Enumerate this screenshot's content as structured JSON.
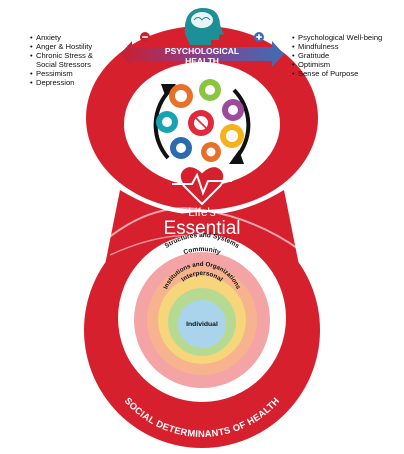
{
  "banner": {
    "title_line1": "PSYCHOLOGICAL",
    "title_line2": "HEALTH",
    "minus_sign": "−",
    "plus_sign": "+"
  },
  "negative_factors": [
    "Anxiety",
    "Anger & Hostility",
    "Chronic Stress &",
    "Social Stressors",
    "Pessimism",
    "Depression"
  ],
  "positive_factors": [
    "Psychological Well-being",
    "Mindfulness",
    "Gratitude",
    "Optimism",
    "Sense of Purpose"
  ],
  "center": {
    "line1": "Life's",
    "line2": "Essential"
  },
  "rings": {
    "r1": "Structures and Systems",
    "r2": "Community",
    "r3": "Institutions and Organizations",
    "r4": "Interpersonal",
    "r5": "Individual"
  },
  "bottom_title": "SOCIAL DETERMINANTS OF HEALTH",
  "colors": {
    "brand_red": "#d6202e",
    "dark_red": "#b3121e",
    "banner_start": "#c8202f",
    "banner_end": "#3f6db3",
    "head_teal": "#1d8f97",
    "ring1": "#f4a4a4",
    "ring2": "#f6b38e",
    "ring3": "#f7d57b",
    "ring4": "#b7da93",
    "ring5": "#a9d4ec"
  },
  "icons": [
    "brain-head-icon",
    "minus-icon",
    "plus-icon",
    "cycle-arrows-icon",
    "diet-gear-icon",
    "activity-gear-icon",
    "nicotine-gear-icon",
    "sleep-gear-icon",
    "weight-gear-icon",
    "cholesterol-gear-icon",
    "blood-sugar-gear-icon",
    "blood-pressure-gear-icon",
    "heart-heartbeat-icon"
  ]
}
